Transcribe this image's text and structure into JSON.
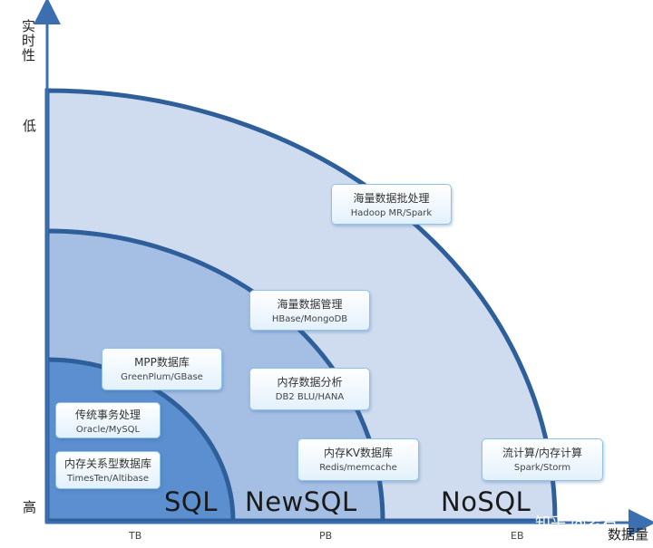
{
  "axes": {
    "y_label": "实时性",
    "y_ticks": [
      "低",
      "高"
    ],
    "x_label": "数据量",
    "x_ticks": [
      "TB",
      "PB",
      "EB"
    ]
  },
  "zones": [
    "SQL",
    "NewSQL",
    "NoSQL"
  ],
  "cards": [
    {
      "title": "海量数据批处理",
      "subtitle": "Hadoop MR/Spark"
    },
    {
      "title": "海量数据管理",
      "subtitle": "HBase/MongoDB"
    },
    {
      "title": "MPP数据库",
      "subtitle": "GreenPlum/GBase"
    },
    {
      "title": "内存数据分析",
      "subtitle": "DB2 BLU/HANA"
    },
    {
      "title": "传统事务处理",
      "subtitle": "Oracle/MySQL"
    },
    {
      "title": "内存关系型数据库",
      "subtitle": "TimesTen/Altibase"
    },
    {
      "title": "内存KV数据库",
      "subtitle": "Redis/memcache"
    },
    {
      "title": "流计算/内存计算",
      "subtitle": "Spark/Storm"
    }
  ],
  "watermark": "知乎 @老石",
  "colors": {
    "nosql_fill": "#cfdcf0",
    "newsql_fill": "#a5bee3",
    "sql_fill": "#5b8fcf",
    "ring_stroke": "#2f5f9a",
    "axis": "#3b6fb0"
  }
}
